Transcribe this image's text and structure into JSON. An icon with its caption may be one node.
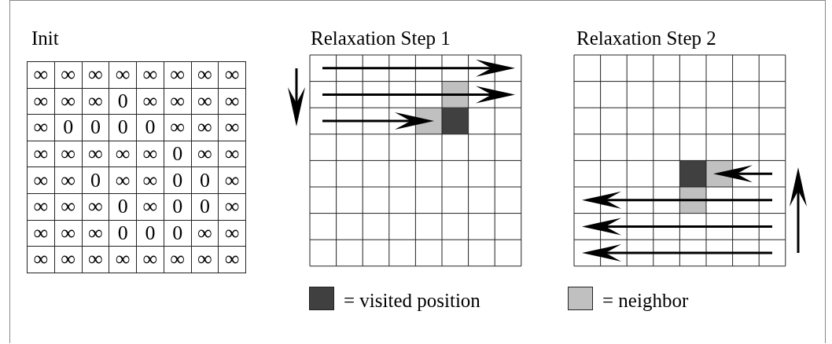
{
  "diagram": {
    "labels": [
      "Init",
      "Relaxation Step 1",
      "Relaxation Step 2",
      "∞",
      "∞",
      "∞",
      "∞",
      "∞",
      "∞",
      "∞",
      "∞",
      "∞",
      "∞",
      "∞",
      "0",
      "∞",
      "∞",
      "∞",
      "∞",
      "∞",
      "0",
      "0",
      "0",
      "0",
      "∞",
      "∞",
      "∞",
      "∞",
      "∞",
      "∞",
      "∞",
      "∞",
      "0",
      "∞",
      "∞",
      "∞",
      "∞",
      "0",
      "∞",
      "∞",
      "0",
      "0",
      "∞",
      "∞",
      "∞",
      "∞",
      "0",
      "∞",
      "0",
      "0",
      "∞",
      "∞",
      "∞",
      "∞",
      "0",
      "0",
      "0",
      "∞",
      "∞",
      "∞",
      "∞",
      "∞",
      "∞",
      "∞",
      "∞",
      "∞",
      "∞"
    ],
    "legend": [
      {
        "text": "= visited position",
        "color": "#404040"
      },
      {
        "text": "= neighbor",
        "color": "#c0c0c0"
      }
    ]
  }
}
